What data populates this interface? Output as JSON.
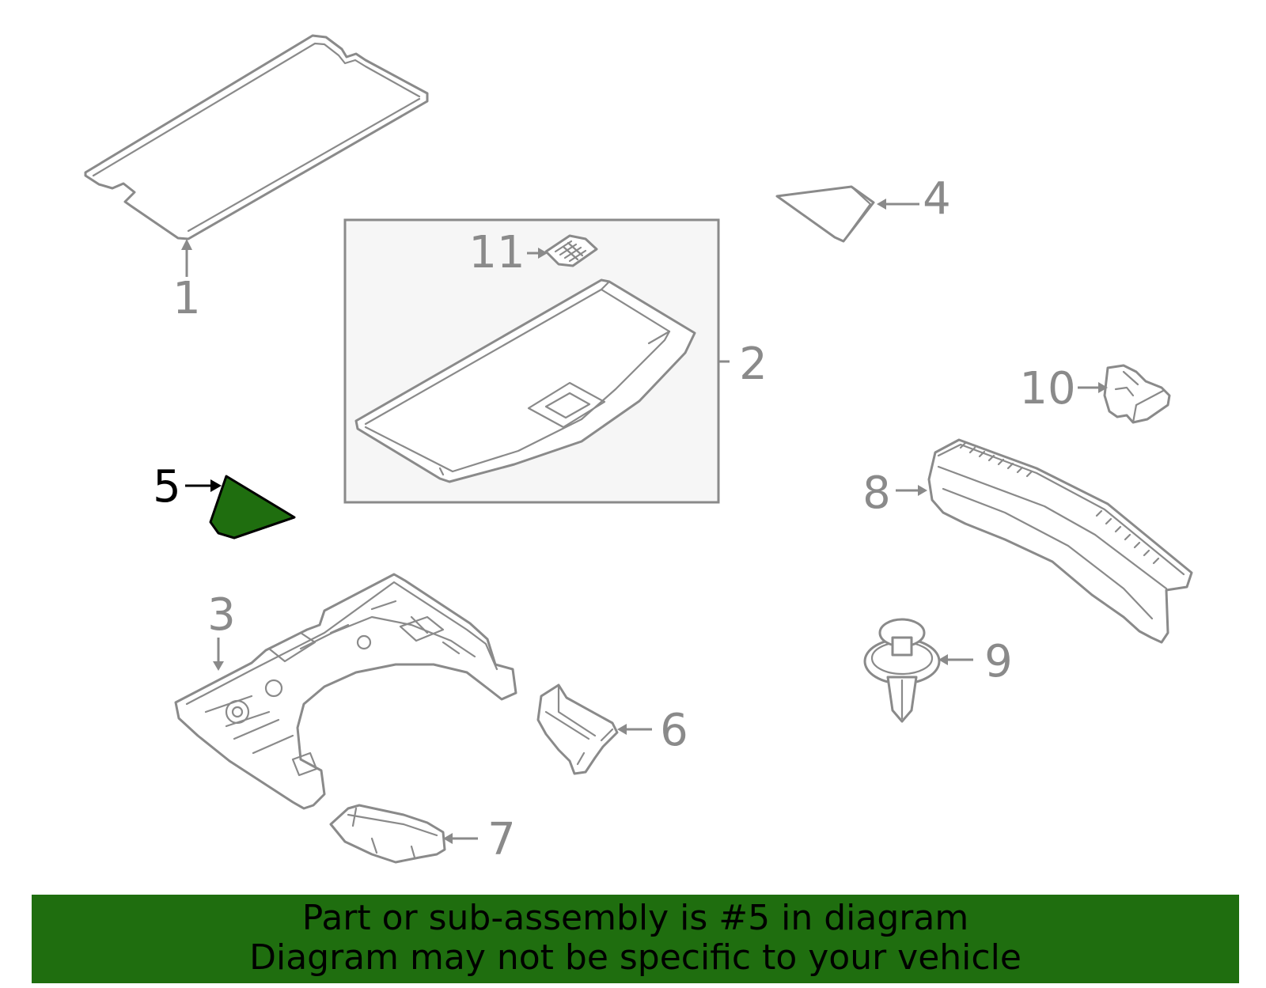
{
  "diagram": {
    "highlight_part": "5",
    "highlight_color": "#1f6e0f",
    "line_color": "#8a8a8a",
    "inset_box_color": "#f6f6f6",
    "callouts": {
      "c1": "1",
      "c2": "2",
      "c3": "3",
      "c4": "4",
      "c5": "5",
      "c6": "6",
      "c7": "7",
      "c8": "8",
      "c9": "9",
      "c10": "10",
      "c11": "11"
    }
  },
  "banner": {
    "line1": "Part or sub-assembly is #5 in diagram",
    "line2": "Diagram may not be specific to your vehicle",
    "background": "#1f6e0f"
  }
}
